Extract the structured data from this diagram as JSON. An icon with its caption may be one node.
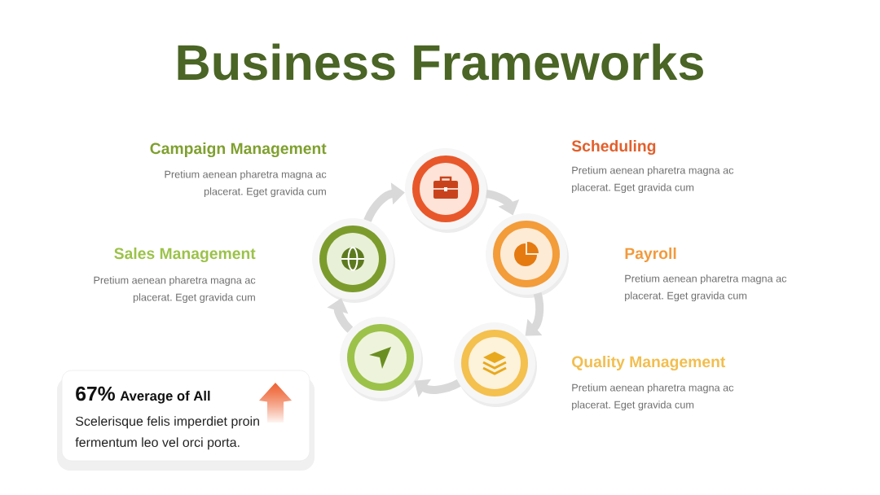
{
  "diagram": {
    "title": "Business Frameworks",
    "nodes": [
      {
        "text": [],
        "shape": "circle",
        "beside": [
          "Scheduling",
          "Pretium aenean pharetra magna ac placerat. Eget gravida cum"
        ]
      },
      {
        "text": [],
        "shape": "circle",
        "beside": [
          "Campaign Management",
          "Pretium aenean pharetra magna ac placerat. Eget gravida cum"
        ]
      },
      {
        "text": [],
        "shape": "circle",
        "beside": [
          "Payroll",
          "Pretium aenean pharetra magna ac placerat. Eget gravida cum"
        ]
      },
      {
        "text": [],
        "shape": "circle",
        "beside": [
          "Sales Management",
          "Pretium aenean pharetra magna ac placerat. Eget gravida cum"
        ]
      },
      {
        "text": [],
        "shape": "circle",
        "beside": [
          "Quality Management",
          "Pretium aenean pharetra magna ac placerat. Eget gravida cum"
        ]
      },
      {
        "text": [
          "67%",
          "Average of All",
          "Scelerisque felis imperdiet proin fermentum leo vel orci porta."
        ]
      }
    ],
    "edges": [
      {
        "from": 0,
        "to": 2,
        "arrow": "to"
      },
      {
        "from": 2,
        "to": 4,
        "arrow": "to"
      },
      {
        "from": 4,
        "to": 3,
        "arrow": "to"
      },
      {
        "from": 3,
        "to": 1,
        "arrow": "to"
      },
      {
        "from": 1,
        "to": 0,
        "arrow": "to"
      }
    ]
  }
}
